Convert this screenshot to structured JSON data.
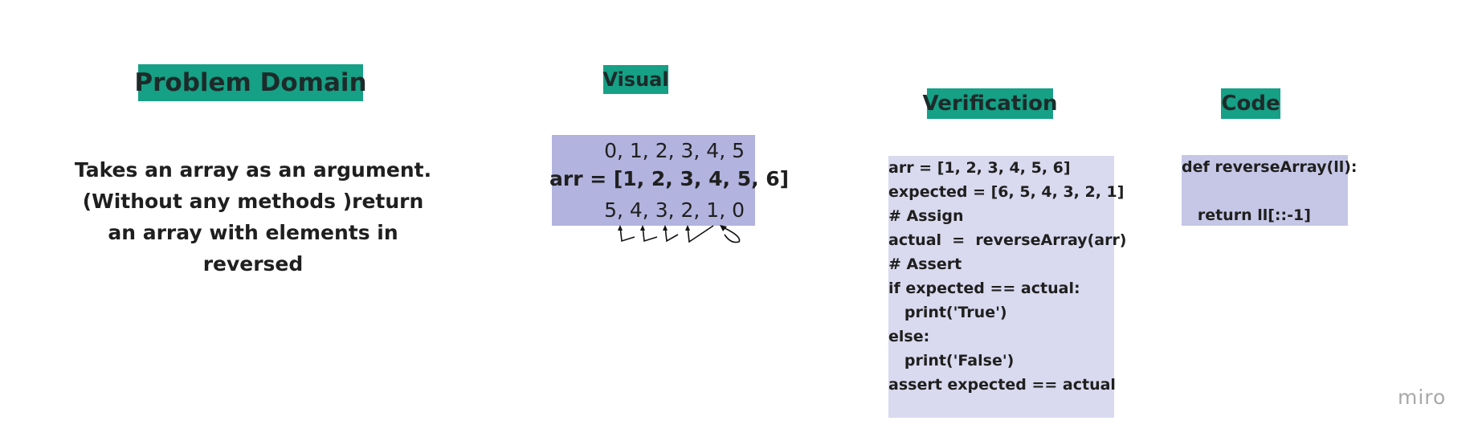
{
  "headings": {
    "problem_domain": "Problem Domain",
    "visual": "Visual",
    "verification": "Verification",
    "code": "Code"
  },
  "problem_description": "Takes an array as an argument. (Without any methods )return an array with elements in reversed",
  "visual": {
    "indices": "0, 1, 2, 3, 4, 5",
    "array": "arr = [1, 2, 3, 4, 5, 6]",
    "reversed_indices": "5, 4, 3, 2, 1, 0"
  },
  "verification_lines": [
    "arr = [1, 2, 3, 4, 5, 6]",
    "expected = [6, 5, 4, 3, 2, 1]",
    "# Assign",
    "actual  =  reverseArray(arr)",
    "# Assert",
    "if expected == actual:",
    "   print('True')",
    "else:",
    "   print('False')",
    "assert expected == actual"
  ],
  "code_lines": [
    "def reverseArray(ll):",
    "",
    "   return ll[::-1]"
  ],
  "branding": "miro",
  "colors": {
    "heading_bg": "#16a085",
    "visual_box": "#b2b3de",
    "verification_box": "#d9d9ef",
    "code_box": "#c6c7e6"
  }
}
